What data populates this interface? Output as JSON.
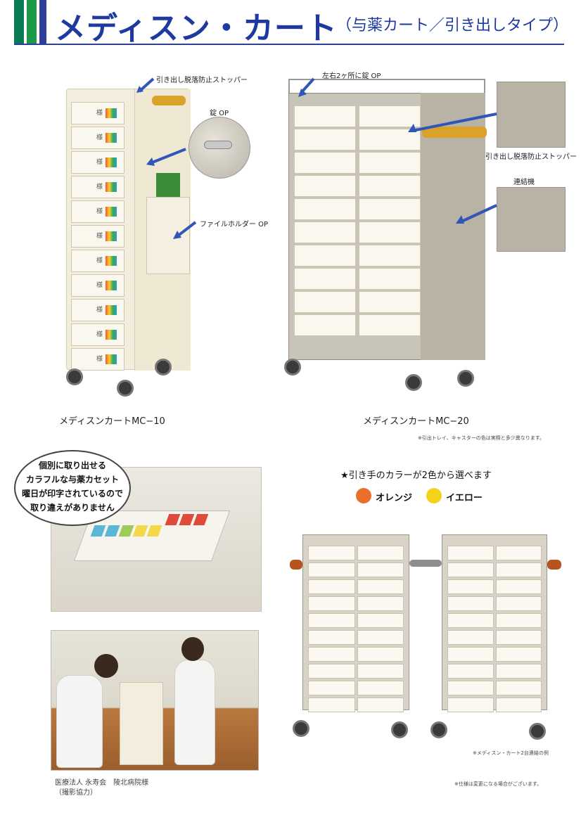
{
  "header": {
    "title": "メディスン・カート",
    "subtitle": "（与薬カート／引き出しタイプ）"
  },
  "mc10": {
    "callout_stopper": "引き出し脱落防止ストッパー",
    "callout_lock": "錠 OP",
    "callout_fileholder": "ファイルホルダー OP",
    "drawer_mark": "様",
    "caption": "メディスンカートMC−10"
  },
  "mc20": {
    "callout_lock": "左右2ヶ所に錠 OP",
    "callout_stopper": "引き出し脱落防止ストッパー",
    "callout_connector": "連結機",
    "caption": "メディスンカートMC−20",
    "note": "※引出トレイ、キャスターの色は実際と多少異なります。"
  },
  "bubble": {
    "line1": "個別に取り出せる",
    "line2": "カラフルな与薬カセット",
    "line3": "曜日が印字されているので",
    "line4": "取り違えがありません"
  },
  "colors": {
    "title": "★引き手のカラーが2色から選べます",
    "option1": "オレンジ",
    "option2": "イエロー",
    "orange_hex": "#e8702a",
    "yellow_hex": "#f5d21a"
  },
  "connected": {
    "note": "※メディスン・カート2台連結の例"
  },
  "credit": {
    "line1": "医療法人 永寿会　陵北病院様",
    "line2": "（撮影協力）"
  },
  "spec_note": "※仕様は変更になる場合がございます。"
}
